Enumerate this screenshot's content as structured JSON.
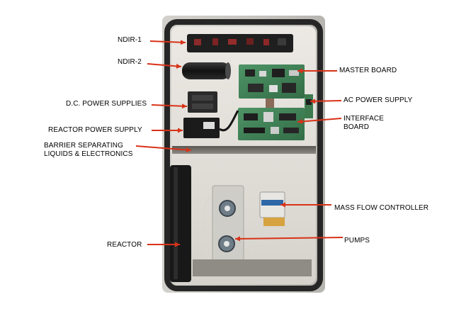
{
  "diagram": {
    "title": "Analyzer enclosure component layout",
    "colors": {
      "arrow": "#d83218",
      "frame": "#c4c2bd",
      "gasket": "#2a2a2a",
      "interior": "#e4e0db",
      "board": "#3f8055",
      "shelf": "#6e6b66",
      "reactor": "#1c1c1c"
    },
    "labels": {
      "ndir1": "NDIR-1",
      "ndir2": "NDIR-2",
      "dc_power": "D.C. POWER SUPPLIES",
      "reactor_power": "REACTOR POWER SUPPLY",
      "barrier": "BARRIER SEPARATING LIQUIDS & ELECTRONICS",
      "reactor": "REACTOR",
      "master_board": "MASTER BOARD",
      "ac_power": "AC POWER SUPPLY",
      "interface_board": "INTERFACE BOARD",
      "mass_flow": "MASS FLOW CONTROLLER",
      "pumps": "PUMPS"
    }
  }
}
